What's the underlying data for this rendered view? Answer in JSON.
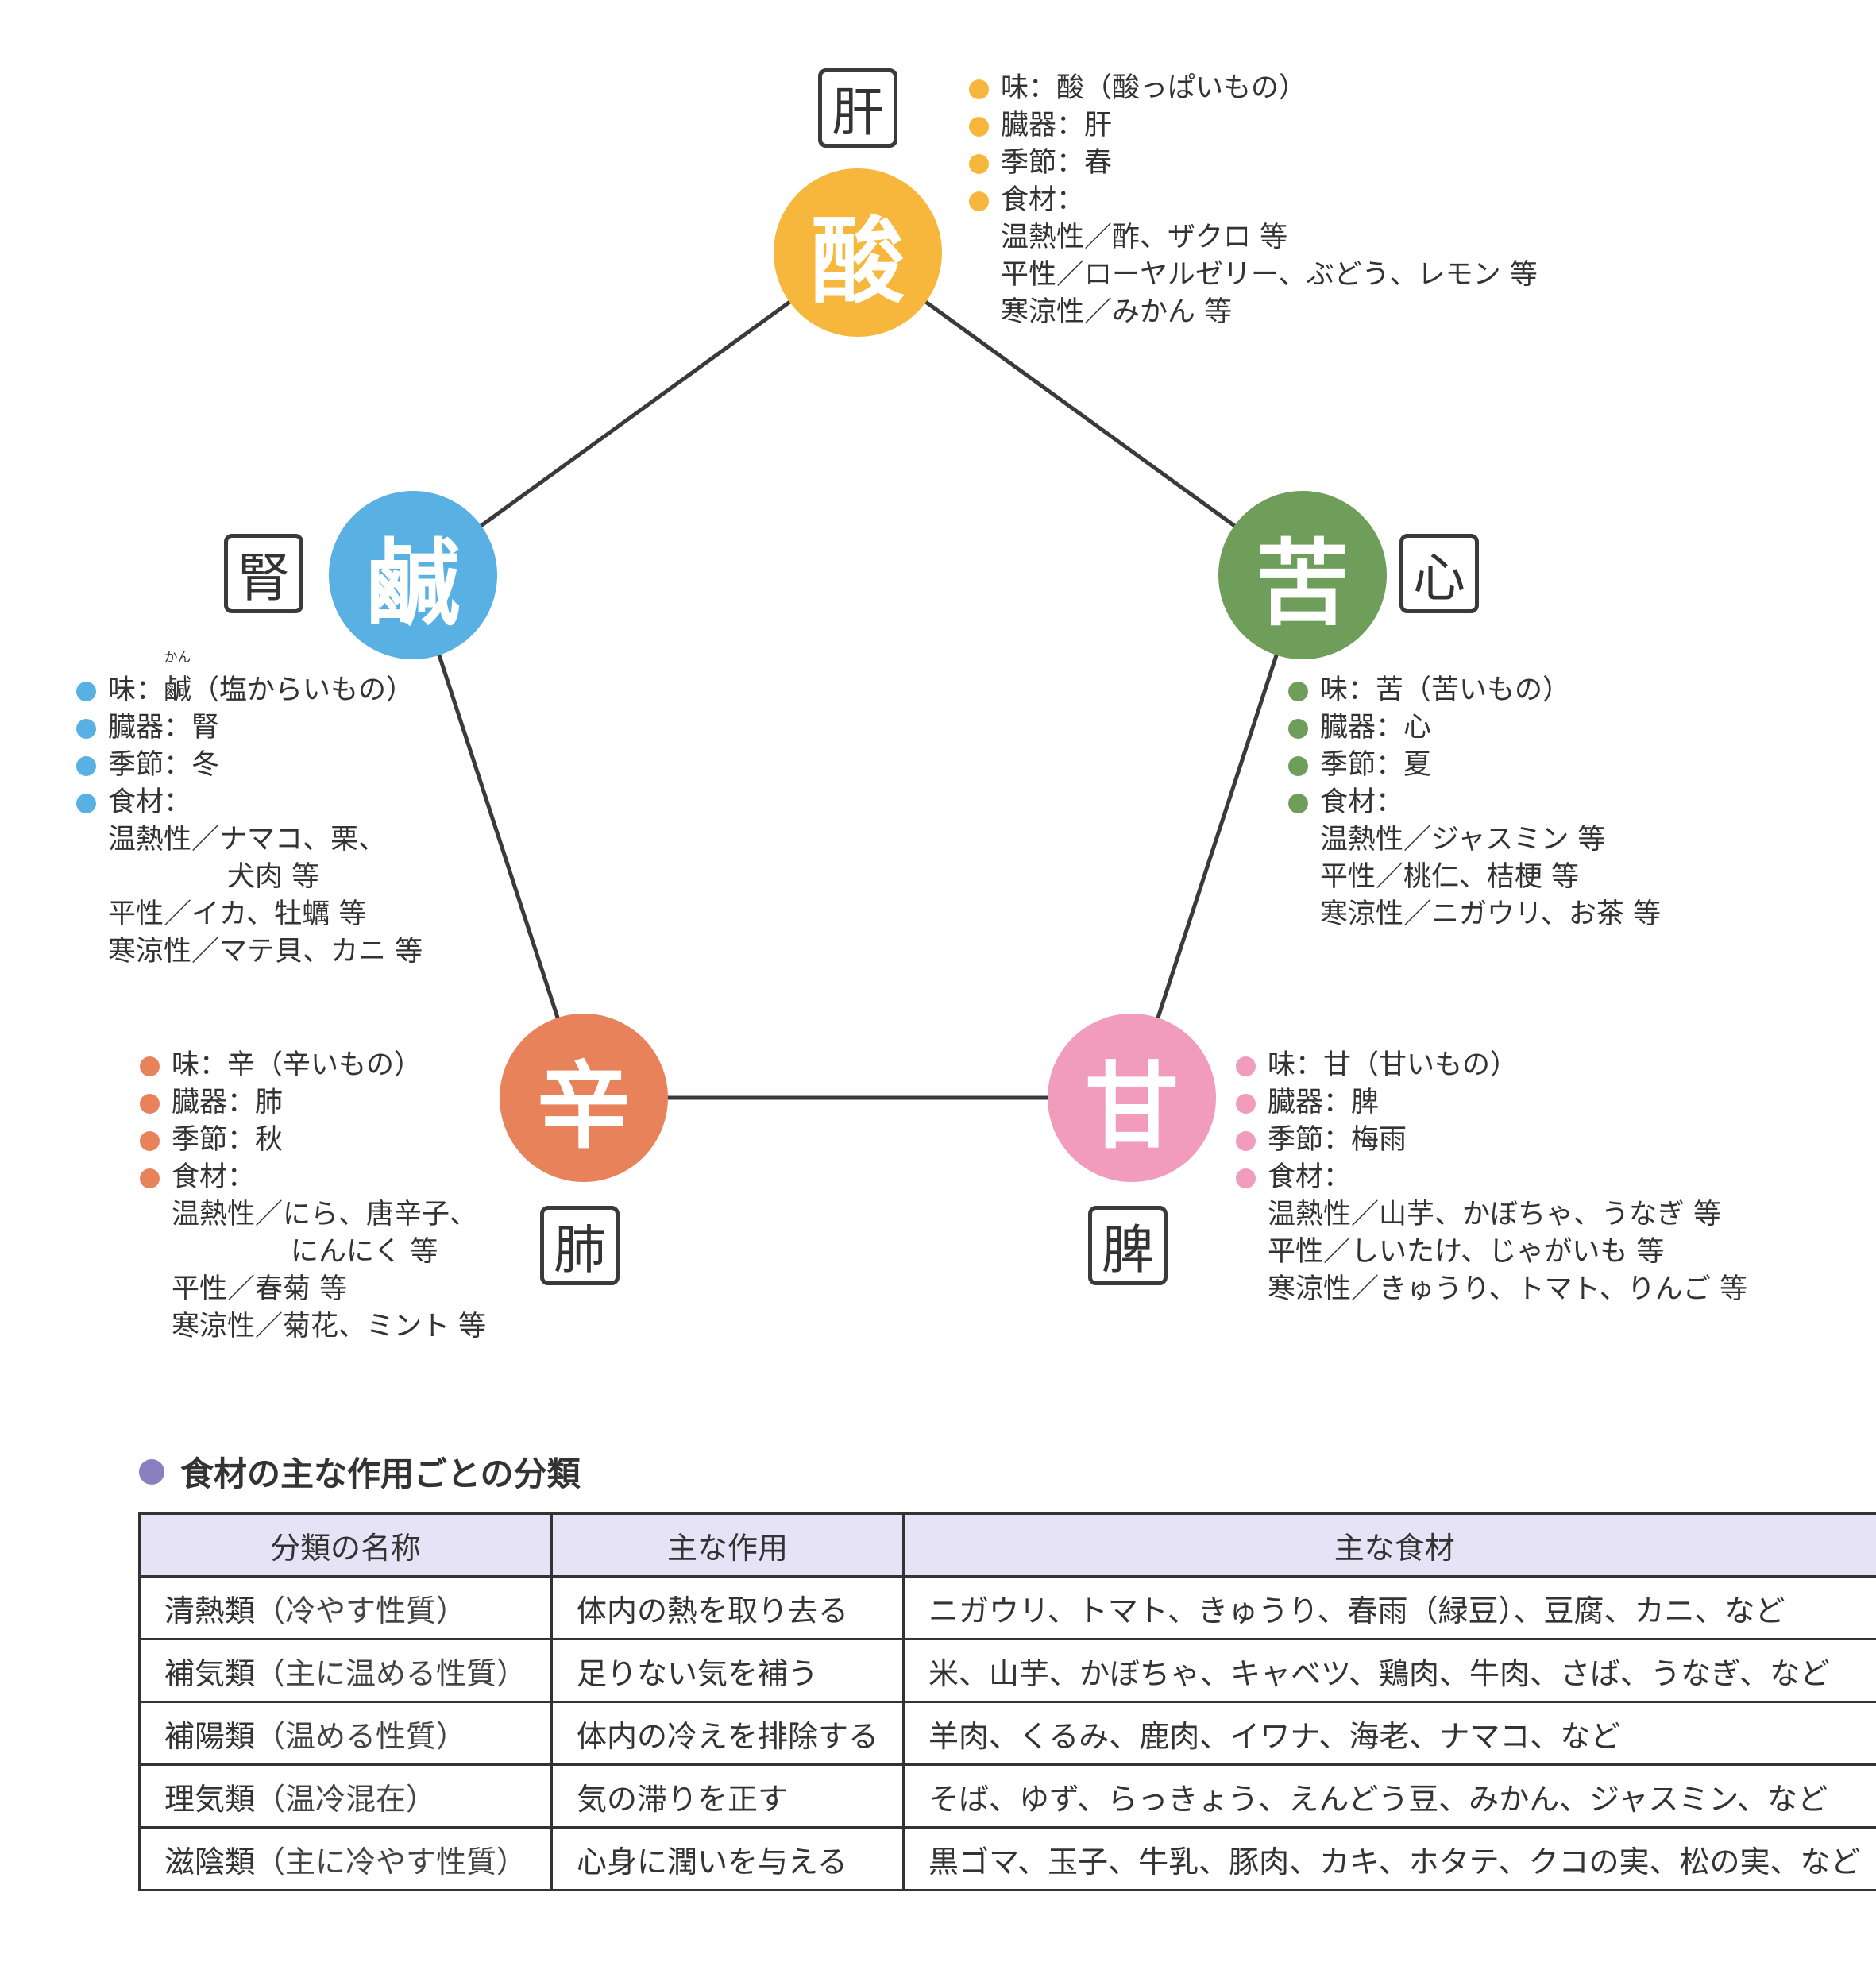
{
  "colors": {
    "sour": "#f6b73c",
    "bitter": "#6f9e5b",
    "sweet": "#f19bbd",
    "pungent": "#e8825a",
    "salty": "#58b0e3",
    "line": "#3a3a3a",
    "table_header": "#e5e3f5",
    "section_bullet": "#8a80c0"
  },
  "elements": {
    "sour": {
      "taste_char": "酸",
      "organ_tag": "肝",
      "lines": [
        "味：酸（酸っぱいもの）",
        "臓器：肝",
        "季節：春",
        "食材："
      ],
      "foods": [
        "温熱性／酢、ザクロ 等",
        "平性／ローヤルゼリー、ぶどう、レモン 等",
        "寒涼性／みかん 等"
      ]
    },
    "bitter": {
      "taste_char": "苦",
      "organ_tag": "心",
      "lines": [
        "味：苦（苦いもの）",
        "臓器：心",
        "季節：夏",
        "食材："
      ],
      "foods": [
        "温熱性／ジャスミン 等",
        "平性／桃仁、桔梗 等",
        "寒涼性／ニガウリ、お茶 等"
      ]
    },
    "sweet": {
      "taste_char": "甘",
      "organ_tag": "脾",
      "lines": [
        "味：甘（甘いもの）",
        "臓器：脾",
        "季節：梅雨",
        "食材："
      ],
      "foods": [
        "温熱性／山芋、かぼちゃ、うなぎ 等",
        "平性／しいたけ、じゃがいも 等",
        "寒涼性／きゅうり、トマト、りんご 等"
      ]
    },
    "pungent": {
      "taste_char": "辛",
      "organ_tag": "肺",
      "lines": [
        "味：辛（辛いもの）",
        "臓器：肺",
        "季節：秋",
        "食材："
      ],
      "foods": [
        "温熱性／にら、唐辛子、",
        "にんにく 等",
        "平性／春菊 等",
        "寒涼性／菊花、ミント 等"
      ]
    },
    "salty": {
      "taste_char": "鹹",
      "organ_tag": "腎",
      "taste_line_prefix": "味：",
      "taste_line_ruby_base": "鹹",
      "taste_line_ruby": "かん",
      "taste_line_suffix": "（塩からいもの）",
      "lines": [
        "臓器：腎",
        "季節：冬",
        "食材："
      ],
      "foods": [
        "温熱性／ナマコ、栗、",
        "犬肉 等",
        "平性／イカ、牡蠣 等",
        "寒涼性／マテ貝、カニ 等"
      ]
    }
  },
  "section_title": "食材の主な作用ごとの分類",
  "table": {
    "headers": [
      "分類の名称",
      "主な作用",
      "主な食材"
    ],
    "rows": [
      {
        "name": "清熱類",
        "sub": "（冷やす性質）",
        "action": "体内の熱を取り去る",
        "foods": "ニガウリ、トマト、きゅうり、春雨（緑豆）、豆腐、カニ、など"
      },
      {
        "name": "補気類",
        "sub": "（主に温める性質）",
        "action": "足りない気を補う",
        "foods": "米、山芋、かぼちゃ、キャベツ、鶏肉、牛肉、さば、うなぎ、など"
      },
      {
        "name": "補陽類",
        "sub": "（温める性質）",
        "action": "体内の冷えを排除する",
        "foods": "羊肉、くるみ、鹿肉、イワナ、海老、ナマコ、など"
      },
      {
        "name": "理気類",
        "sub": "（温冷混在）",
        "action": "気の滞りを正す",
        "foods": "そば、ゆず、らっきょう、えんどう豆、みかん、ジャスミン、など"
      },
      {
        "name": "滋陰類",
        "sub": "（主に冷やす性質）",
        "action": "心身に潤いを与える",
        "foods": "黒ゴマ、玉子、牛乳、豚肉、カキ、ホタテ、クコの実、松の実、など"
      }
    ]
  }
}
